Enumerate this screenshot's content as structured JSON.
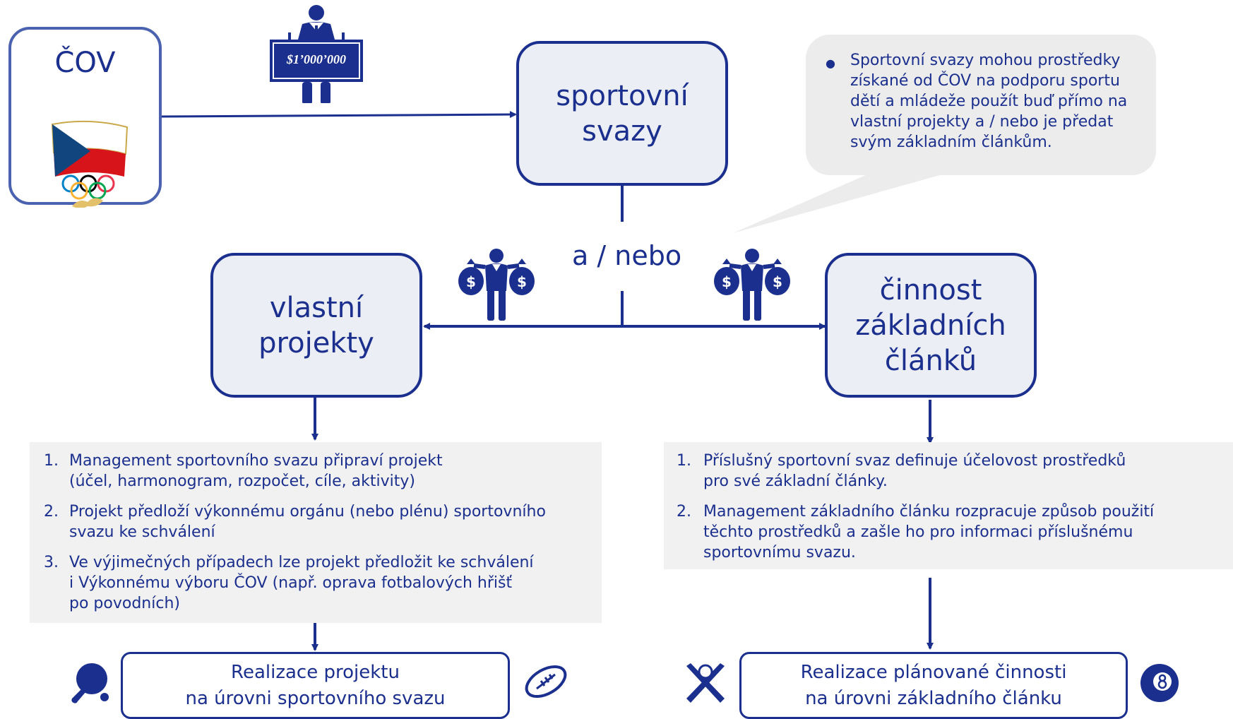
{
  "cov": {
    "title": "ČOV"
  },
  "money_sign": {
    "amount": "$1’000’000"
  },
  "federations": {
    "lines": [
      "sportovní",
      "svazy"
    ]
  },
  "bubble": {
    "text": "Sportovní svazy mohou prostředky získané od ČOV na podporu sportu dětí a mládeže použít buď přímo na vlastní projekty a / nebo je předat svým základním článkům."
  },
  "connector": {
    "label": "a / nebo"
  },
  "own_projects": {
    "lines": [
      "vlastní",
      "projekty"
    ]
  },
  "branches": {
    "lines": [
      "činnost",
      "základních",
      "článků"
    ]
  },
  "left_list": [
    {
      "num": "1.",
      "lines": [
        "Management sportovního svazu připraví projekt",
        "(účel, harmonogram, rozpočet, cíle, aktivity)"
      ]
    },
    {
      "num": "2.",
      "lines": [
        "Projekt předloží výkonnému orgánu (nebo plénu) sportovního",
        "svazu ke schválení"
      ]
    },
    {
      "num": "3.",
      "lines": [
        "Ve výjimečných případech lze projekt předložit ke schválení",
        "i Výkonnému výboru ČOV (např. oprava fotbalových hřišť",
        "po povodních)"
      ]
    }
  ],
  "right_list": [
    {
      "num": "1.",
      "lines": [
        "Příslušný sportovní svaz definuje účelovost prostředků",
        "pro své základní články."
      ]
    },
    {
      "num": "2.",
      "lines": [
        "Management základního článku rozpracuje způsob použití",
        "těchto prostředků a zašle ho pro informaci příslušnému",
        "sportovnímu svazu."
      ]
    }
  ],
  "left_result": {
    "lines": [
      "Realizace projektu",
      "na úrovni sportovního svazu"
    ]
  },
  "right_result": {
    "lines": [
      "Realizace plánované činnosti",
      "na úrovni základního článku"
    ]
  },
  "colors": {
    "primary": "#1b2f8e",
    "box_fill": "#eceef5",
    "panel": "#f1f1f1",
    "bubble": "#ececec"
  },
  "icons": [
    "person-holding-sign-icon",
    "person-with-money-bags-icon",
    "ping-pong-paddle-icon",
    "american-football-icon",
    "crossed-baseball-bats-icon",
    "billiard-eight-ball-icon",
    "czech-flag-olympic-rings-icon"
  ]
}
